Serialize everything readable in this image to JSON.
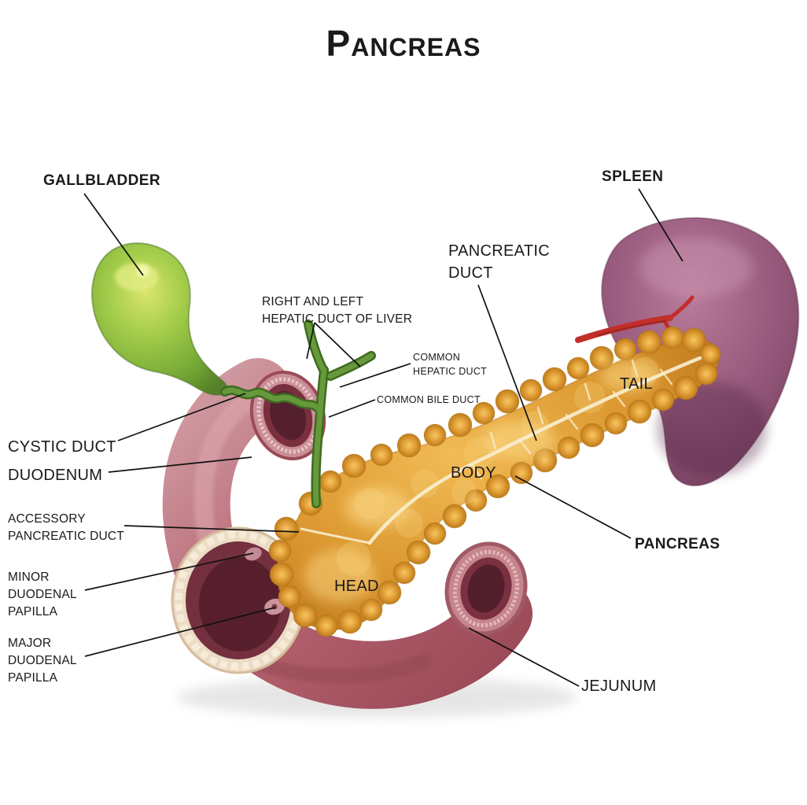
{
  "title": "Pancreas",
  "labels": {
    "gallbladder": "GALLBLADDER",
    "spleen": "SPLEEN",
    "pancreatic_duct": "PANCREATIC\nDUCT",
    "hepatic_ducts": "RIGHT AND LEFT\nHEPATIC DUCT OF LIVER",
    "common_hepatic_duct": "COMMON\nHEPATIC DUCT",
    "common_bile_duct": "COMMON BILE DUCT",
    "cystic_duct": "CYSTIC DUCT",
    "duodenum": "DUODENUM",
    "accessory_pancreatic_duct": "ACCESSORY\nPANCREATIC DUCT",
    "minor_duodenal_papilla": "MINOR\nDUODENAL\nPAPILLA",
    "major_duodenal_papilla": "MAJOR\nDUODENAL\nPAPILLA",
    "tail": "TAIL",
    "body": "BODY",
    "head": "HEAD",
    "pancreas": "PANCREAS",
    "jejunum": "JEJUNUM"
  },
  "colors": {
    "label_text": "#1a1a1a",
    "pancreas_orange": "#d8932c",
    "spleen_purple": "#94577a",
    "gallbladder_green": "#8cba43",
    "duodenum_pink": "#b4626e",
    "duct_green": "#4e7d2a",
    "vessel_red": "#c22f2a",
    "lumen_maroon": "#571f2e",
    "cut_rim_cream": "#ecdcc6"
  }
}
